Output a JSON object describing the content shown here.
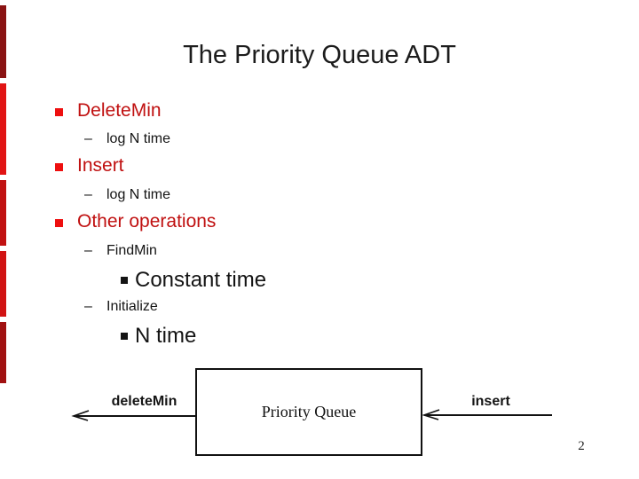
{
  "slide": {
    "title": "The Priority Queue ADT",
    "page_number": "2",
    "markers": {
      "dash": "–"
    },
    "bullets": [
      {
        "level": 1,
        "text": "DeleteMin"
      },
      {
        "level": 2,
        "text": "log N time"
      },
      {
        "level": 1,
        "text": "Insert"
      },
      {
        "level": 2,
        "text": "log N time"
      },
      {
        "level": 1,
        "text": "Other operations"
      },
      {
        "level": 2,
        "text": "FindMin"
      },
      {
        "level": 3,
        "text": "Constant time"
      },
      {
        "level": 2,
        "text": "Initialize"
      },
      {
        "level": 3,
        "text": "N time"
      }
    ],
    "diagram": {
      "box_label": "Priority Queue",
      "left_arrow_label": "deleteMin",
      "right_arrow_label": "insert"
    },
    "colors": {
      "heading_red": "#c01010",
      "bullet_red": "#ee0f0f",
      "body_text": "#141414",
      "accent_bar_segments": [
        "#8a1313",
        "#e11414",
        "#c11212",
        "#d11313",
        "#a11111"
      ]
    }
  }
}
